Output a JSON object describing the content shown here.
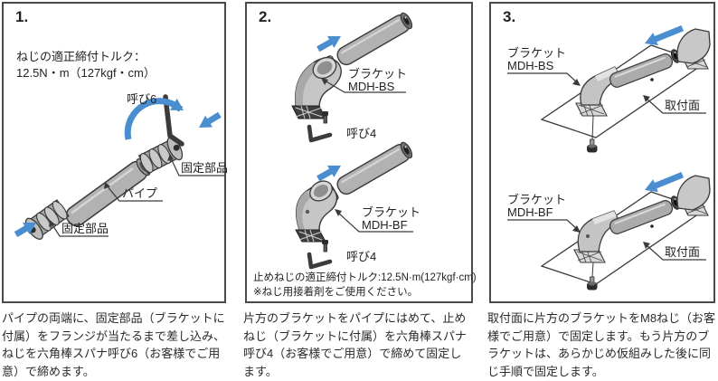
{
  "panels": [
    {
      "step": "1.",
      "torque_note": {
        "line1": "ねじの適正締付トルク：",
        "line2": "12.5N・m（127kgf・cm）"
      },
      "labels": {
        "wrench_size": "呼び6",
        "fixing_part_upper": "固定部品",
        "pipe": "パイプ",
        "fixing_part_lower": "固定部品"
      },
      "caption": "パイプの両端に、固定部品（ブラケットに付属）をフランジが当たるまで差し込み、ねじを六角棒スパナ呼び6（お客様でご用意）で締めます。"
    },
    {
      "step": "2.",
      "labels": {
        "bracket_upper": {
          "line1": "ブラケット",
          "line2": "MDH-BS"
        },
        "wrench_upper": "呼び4",
        "bracket_lower": {
          "line1": "ブラケット",
          "line2": "MDH-BF"
        },
        "wrench_lower": "呼び4"
      },
      "note": {
        "line1": "止めねじの適正締付トルク:12.5N·m(127kgf·cm)",
        "line2": "※ねじ用接着剤をご使用ください。"
      },
      "caption": "片方のブラケットをパイプにはめて、止めねじ（ブラケットに付属）を六角棒スパナ呼び4（お客様でご用意）で締めて固定します。"
    },
    {
      "step": "3.",
      "labels": {
        "bracket_upper": {
          "line1": "ブラケット",
          "line2": "MDH-BS"
        },
        "surface_upper": "取付面",
        "bracket_lower": {
          "line1": "ブラケット",
          "line2": "MDH-BF"
        },
        "surface_lower": "取付面"
      },
      "caption": "取付面に片方のブラケットをM8ねじ（お客様でご用意）で固定します。もう片方のブラケットは、あらかじめ仮組みした後に同じ手順で固定します。"
    }
  ],
  "colors": {
    "arrow_blue": "#4a8ecf",
    "line_dark": "#3a3a3a",
    "pipe_gray": "#b2b2b2",
    "bracket_gray": "#c6c6c6",
    "box_border": "#4a4a46"
  }
}
